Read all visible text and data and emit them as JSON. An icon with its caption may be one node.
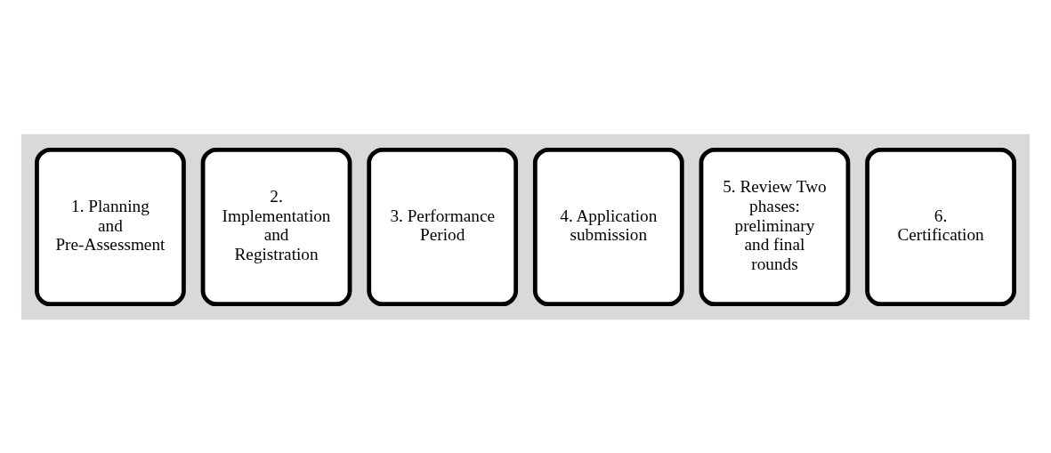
{
  "diagram": {
    "nodes": [
      {
        "text": [],
        "shape": "arrow"
      },
      {
        "text": [
          "1. Planning and Pre-Assessment"
        ],
        "in": 0
      },
      {
        "text": [
          "2. Implementation and Registration"
        ],
        "in": 0
      },
      {
        "text": [
          "3. Performance Period"
        ],
        "in": 0
      },
      {
        "text": [
          "4. Application submission"
        ],
        "in": 0
      },
      {
        "text": [
          "5. Review Two phases: preliminary and final rounds"
        ],
        "in": 0
      },
      {
        "text": [
          "6. Certification"
        ],
        "in": 0
      }
    ]
  }
}
